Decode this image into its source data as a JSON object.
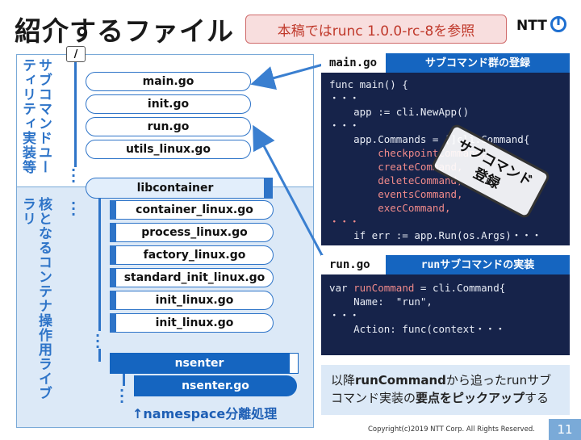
{
  "slide": {
    "title": "紹介するファイル",
    "reference_note": "本稿ではrunc 1.0.0-rc-8を参照",
    "logo_text": "NTT",
    "copyright": "Copyright(c)2019 NTT Corp. All Rights Reserved.",
    "page_number": "11"
  },
  "tree": {
    "root": "/",
    "section_top_label": "サブコマンドユーティリティ実装等",
    "section_bottom_label": "核となるコンテナ操作用ライブラリ",
    "top_files": [
      "main.go",
      "init.go",
      "run.go",
      "utils_linux.go"
    ],
    "libcontainer": "libcontainer",
    "lib_files": [
      "container_linux.go",
      "process_linux.go",
      "factory_linux.go",
      "standard_init_linux.go",
      "init_linux.go",
      "init_linux.go"
    ],
    "nsenter": "nsenter",
    "nsenter_file": "nsenter.go",
    "nsenter_note": "↑namespace分離処理"
  },
  "panel_main": {
    "file": "main.go",
    "title": "サブコマンド群の登録",
    "lines": [
      {
        "t": "func main() {",
        "red": false
      },
      {
        "t": "・・・",
        "red": false
      },
      {
        "t": "    app := cli.NewApp()",
        "red": false
      },
      {
        "t": "・・・",
        "red": false
      },
      {
        "t": "    app.Commands = []cli.Command{",
        "red": false
      },
      {
        "t": "        checkpointCommand,",
        "red": true
      },
      {
        "t": "        createCommand,",
        "red": true
      },
      {
        "t": "        deleteCommand,",
        "red": true
      },
      {
        "t": "        eventsCommand,",
        "red": true
      },
      {
        "t": "        execCommand,",
        "red": true
      },
      {
        "t": "・・・",
        "red": true
      },
      {
        "t": "    if err := app.Run(os.Args)・・・",
        "red": false
      }
    ],
    "stamp_line1": "サブコマンド",
    "stamp_line2": "登録"
  },
  "panel_run": {
    "file": "run.go",
    "title": "runサブコマンドの実装",
    "line1_prefix": "var ",
    "line1_red": "runCommand",
    "line1_suffix": " = cli.Command{",
    "line2": "    Name:  \"run\",",
    "line3": "・・・",
    "line4": "    Action: func(context・・・"
  },
  "note": {
    "part1": "以降",
    "part2": "runCommand",
    "part3": "から追ったrunサブコマンド実装の",
    "part4": "要点をピックアップ",
    "part5": "する"
  },
  "colors": {
    "accent": "#1565c0",
    "code_bg": "#16234a",
    "highlight": "#f08a8a",
    "panel_bg": "#dce9f7"
  }
}
